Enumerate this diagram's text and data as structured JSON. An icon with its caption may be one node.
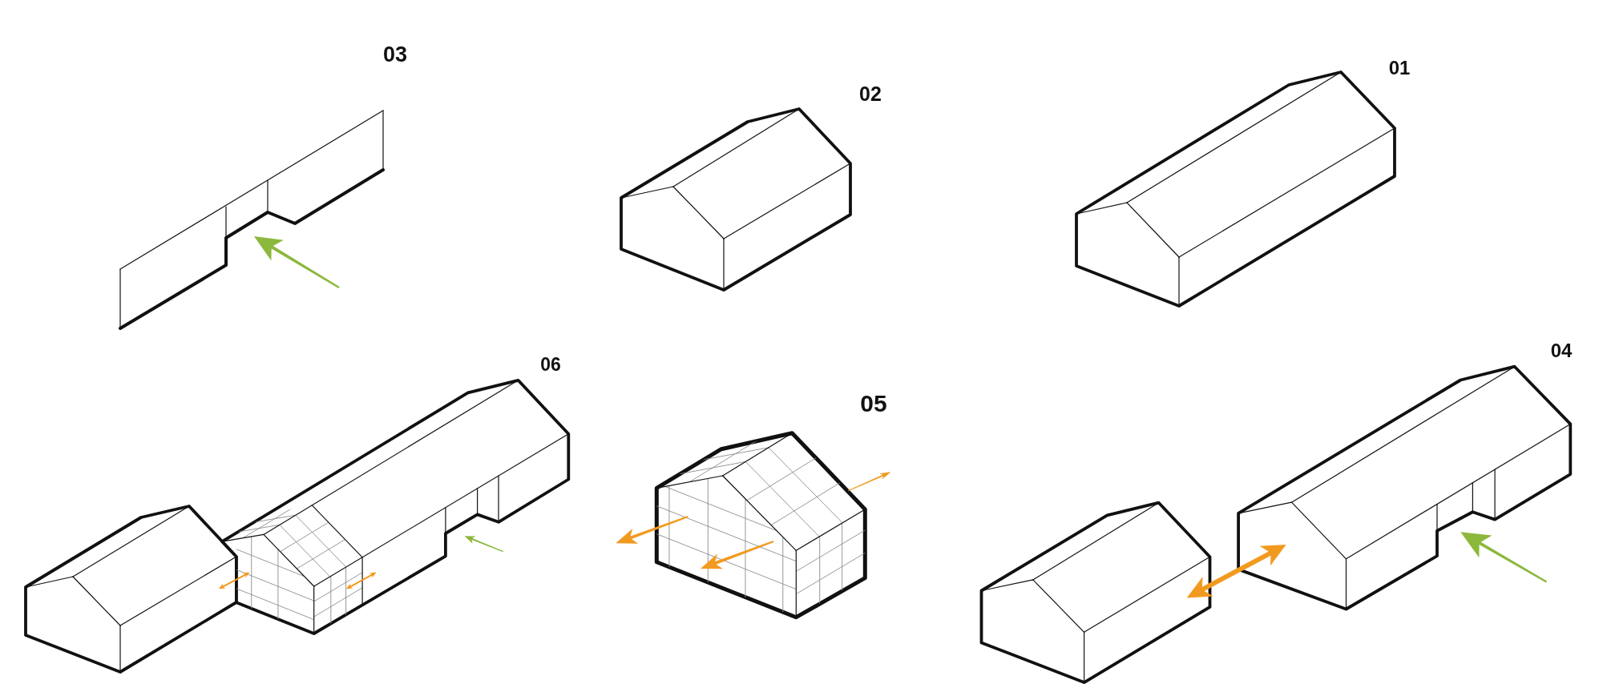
{
  "diagram": {
    "labels": [
      "03",
      "02",
      "01",
      "06",
      "05",
      "04"
    ]
  }
}
